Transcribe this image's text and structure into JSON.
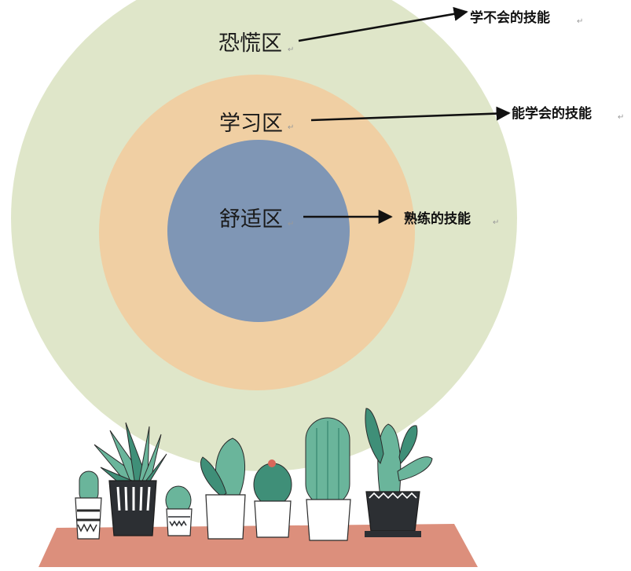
{
  "diagram": {
    "paragraph_mark": "↵",
    "zones": [
      {
        "id": "panic",
        "label": "恐慌区",
        "fill": "#dfe6c9"
      },
      {
        "id": "learning",
        "label": "学习区",
        "fill": "#f0cfa3"
      },
      {
        "id": "comfort",
        "label": "舒适区",
        "fill": "#7f96b5"
      }
    ],
    "skills": [
      {
        "id": "panic",
        "label": "学不会的技能"
      },
      {
        "id": "learning",
        "label": "能学会的技能"
      },
      {
        "id": "comfort",
        "label": "熟练的技能"
      }
    ]
  },
  "illustration": {
    "subject": "potted-cacti",
    "colors": {
      "table": "#dc8f7c",
      "cactus": "#6ab59b",
      "cactus_dark": "#3f8f78",
      "pot_dark": "#2c2f33",
      "pot_white": "#ffffff",
      "flower": "#d9675a"
    }
  }
}
